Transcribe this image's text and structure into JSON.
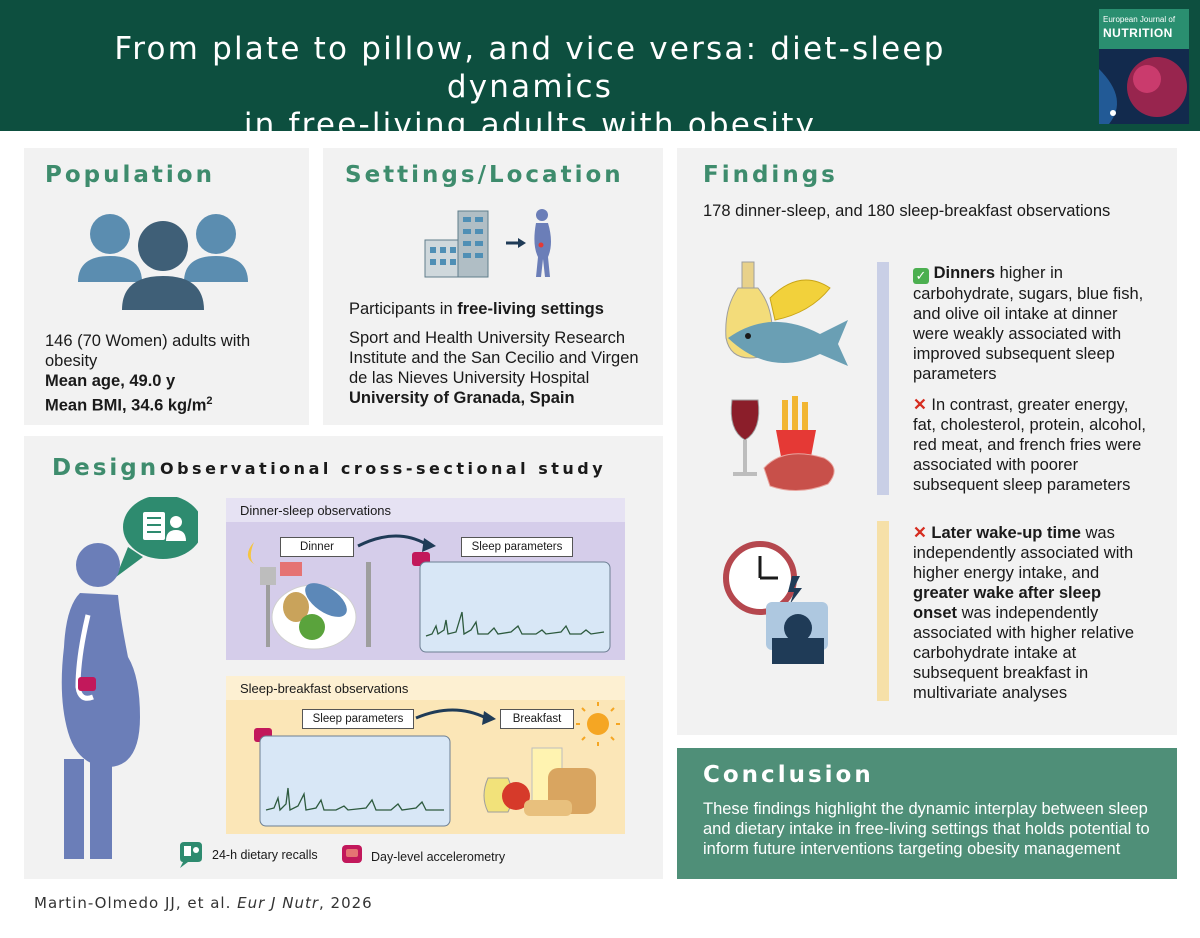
{
  "header": {
    "title_line1": "From plate to pillow, and vice versa: diet-sleep dynamics",
    "title_line2": "in free-living adults with obesity",
    "journal_small": "European Journal of",
    "journal_big": "NUTRITION"
  },
  "population": {
    "heading": "Population",
    "line1": "146 (70 Women) adults with",
    "line2": "obesity",
    "age": "Mean age, 49.0 y",
    "bmi": "Mean BMI, 34.6 kg/m",
    "bmi_sup": "2"
  },
  "settings": {
    "heading": "Settings/Location",
    "line1_pre": "Participants in ",
    "line1_bold": "free-living settings",
    "inst1": "Sport and Health University Research",
    "inst2": "Institute and the San Cecilio and Virgen",
    "inst3": "de las Nieves University Hospital",
    "univ": "University of Granada, Spain"
  },
  "design": {
    "heading": "Design",
    "subheading": "Observational cross-sectional study",
    "dinner_box_title": "Dinner-sleep observations",
    "dinner_tag": "Dinner",
    "sleep_tag_1": "Sleep parameters",
    "breakfast_box_title": "Sleep-breakfast observations",
    "sleep_tag_2": "Sleep parameters",
    "breakfast_tag": "Breakfast",
    "legend_recalls": "24-h dietary recalls",
    "legend_accel": "Day-level accelerometry"
  },
  "findings": {
    "heading": "Findings",
    "observations": "178 dinner-sleep, and 180 sleep-breakfast observations",
    "f1_bold": "Dinners",
    "f1_l1": " higher in",
    "f1_l2": "carbohydrate, sugars, blue fish,",
    "f1_l3": "and olive oil intake at dinner",
    "f1_l4": "were weakly associated with",
    "f1_l5": "improved subsequent sleep",
    "f1_l6": "parameters",
    "f2_l1": " In contrast, greater energy,",
    "f2_l2": "fat, cholesterol, protein, alcohol,",
    "f2_l3": "red meat, and french fries were",
    "f2_l4": "associated with poorer",
    "f2_l5": "subsequent sleep parameters",
    "f3_bold1": "Later wake-up time",
    "f3_l1": " was",
    "f3_l2": "independently associated with",
    "f3_l3": "higher energy intake, and",
    "f3_bold2": "greater wake after sleep",
    "f3_bold3": "onset",
    "f3_l4": " was independently",
    "f3_l5": "associated with higher relative",
    "f3_l6": "carbohydrate intake at",
    "f3_l7": "subsequent breakfast in",
    "f3_l8": "multivariate analyses"
  },
  "conclusion": {
    "heading": "Conclusion",
    "l1": "These findings highlight the dynamic interplay between sleep",
    "l2": "and dietary intake in free-living settings that holds potential to",
    "l3": "inform future interventions targeting obesity management"
  },
  "citation": {
    "authors": "Martin-Olmedo JJ, et al. ",
    "journal": "Eur J Nutr",
    "year": ", 2026"
  },
  "colors": {
    "header_green": "#0d4f3f",
    "heading_green": "#3e8c6d",
    "conclusion_green": "#4f8f78",
    "figure_blue": "#6b7eb8",
    "check_green": "#4caf50",
    "cross_red": "#d62d20"
  }
}
